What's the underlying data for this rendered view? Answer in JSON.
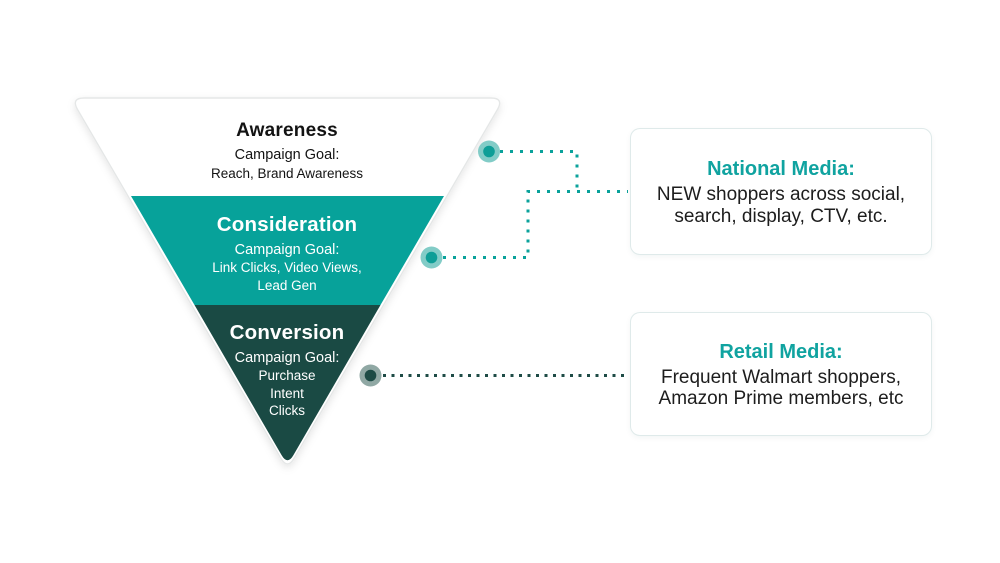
{
  "diagram": {
    "title": "marketing-funnel",
    "funnel": {
      "tiers": [
        {
          "name": "Awareness",
          "goal_label": "Campaign Goal:",
          "goal_lines": [
            "Reach, Brand Awareness"
          ],
          "fill": "#FFFFFF",
          "text_color": "#131313"
        },
        {
          "name": "Consideration",
          "goal_label": "Campaign Goal:",
          "goal_lines": [
            "Link Clicks, Video Views,",
            "Lead Gen"
          ],
          "fill": "#07A29A",
          "text_color": "#FFFFFF"
        },
        {
          "name": "Conversion",
          "goal_label": "Campaign Goal:",
          "goal_lines": [
            "Purchase",
            "Intent",
            "Clicks"
          ],
          "fill": "#1A4A44",
          "text_color": "#FFFFFF"
        }
      ]
    },
    "callouts": [
      {
        "title": "National Media:",
        "lines": [
          "NEW shoppers across social,",
          "search, display, CTV, etc."
        ]
      },
      {
        "title": "Retail Media:",
        "lines": [
          "Frequent Walmart shoppers,",
          "Amazon Prime members, etc"
        ]
      }
    ],
    "colors": {
      "teal": "#07A29A",
      "dark_teal": "#1A4A44",
      "callout_title_teal": "#10A3A0",
      "connector_teal": "#0AA29B",
      "connector_dark": "#1E4B46",
      "dot_halo_teal": "#82CCC7",
      "dot_halo_gray": "#90A8A4",
      "dot_core_teal": "#0E9E97",
      "dot_core_dark": "#1D4B45",
      "funnel_border": "#E5E7E7",
      "callout_border": "#DFEAEA",
      "body_text": "#1D1D1D"
    }
  }
}
